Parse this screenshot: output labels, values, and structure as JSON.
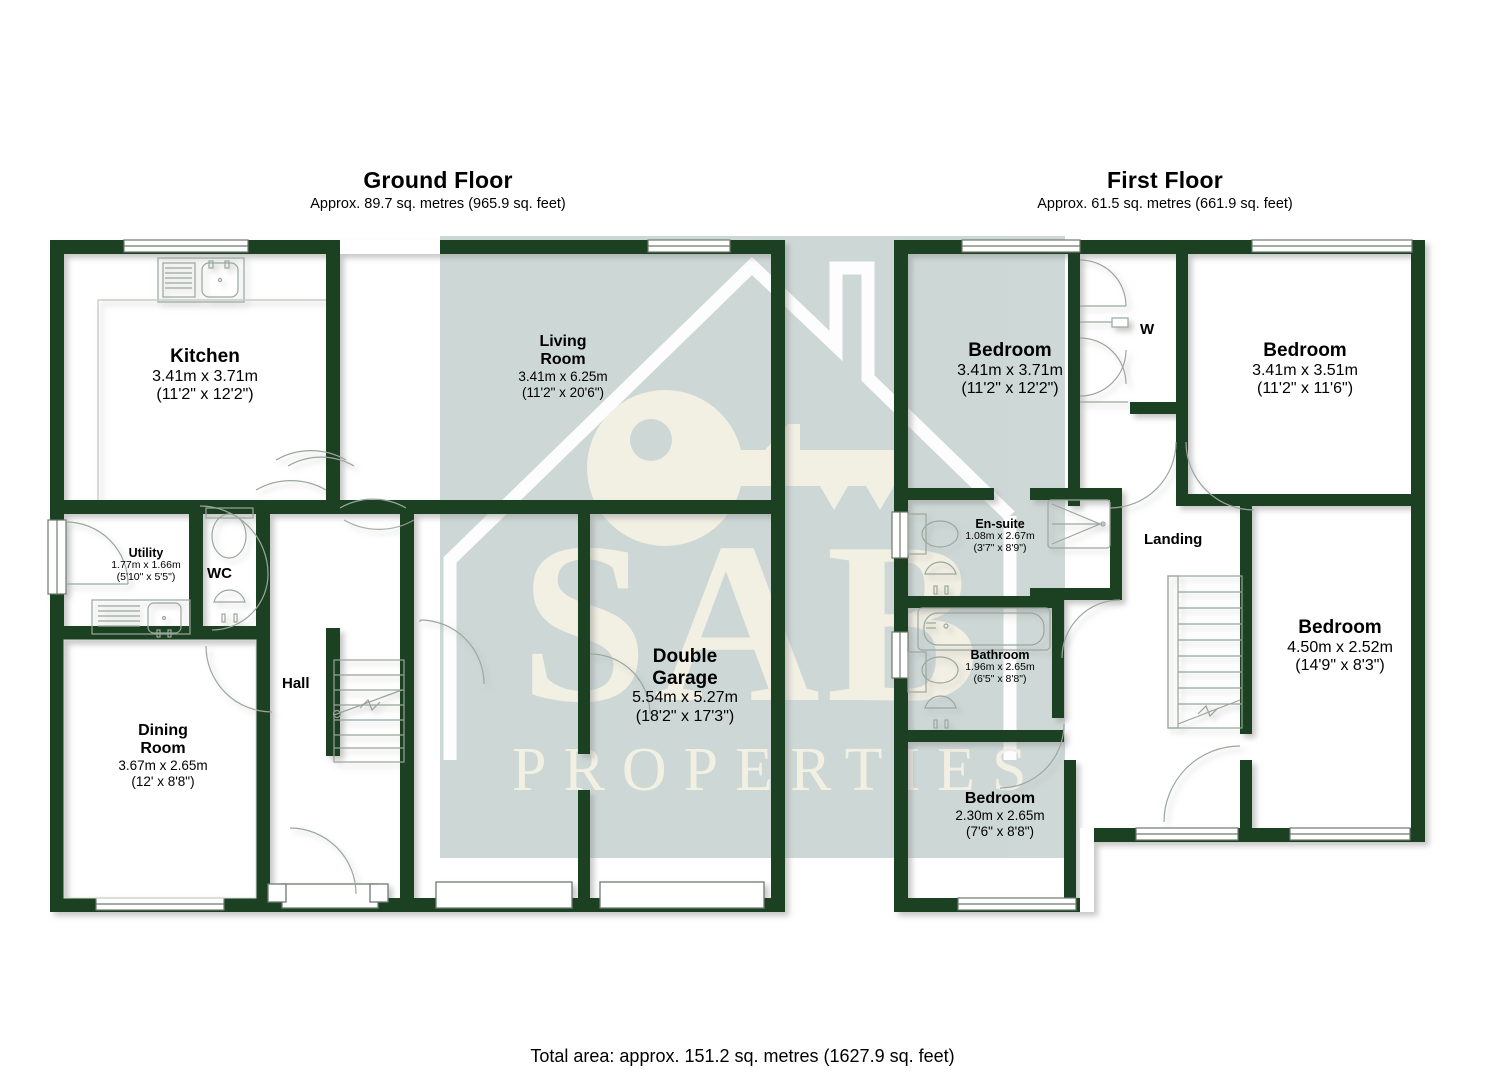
{
  "document": {
    "type": "floor-plan",
    "total_area": "Total area: approx. 151.2 sq. metres (1627.9 sq. feet)"
  },
  "colors": {
    "wall": "#1c4020",
    "wall_dark": "#163318",
    "fixture_line": "#8f9a90",
    "shade": "#cdd8d6",
    "watermark": "#f2efe2",
    "text": "#000000",
    "background": "#ffffff"
  },
  "watermark": {
    "brand": "SAB",
    "tagline": "PROPERTIES",
    "icons": [
      "house-outline-icon",
      "key-icon"
    ]
  },
  "floors": [
    {
      "id": "ground",
      "name": "Ground Floor",
      "area": "Approx. 89.7 sq. metres (965.9 sq. feet)",
      "rooms": [
        {
          "id": "kitchen",
          "name": "Kitchen",
          "dim_m": "3.41m x 3.71m",
          "dim_ft": "(11'2\" x 12'2\")"
        },
        {
          "id": "living-room",
          "name": "Living\nRoom",
          "dim_m": "3.41m x 6.25m",
          "dim_ft": "(11'2\" x 20'6\")"
        },
        {
          "id": "utility",
          "name": "Utility",
          "dim_m": "1.77m x 1.66m",
          "dim_ft": "(5'10\" x 5'5\")"
        },
        {
          "id": "wc",
          "name": "WC",
          "dim_m": "",
          "dim_ft": ""
        },
        {
          "id": "hall",
          "name": "Hall",
          "dim_m": "",
          "dim_ft": ""
        },
        {
          "id": "dining-room",
          "name": "Dining\nRoom",
          "dim_m": "3.67m x 2.65m",
          "dim_ft": "(12' x 8'8\")"
        },
        {
          "id": "double-garage",
          "name": "Double\nGarage",
          "dim_m": "5.54m x 5.27m",
          "dim_ft": "(18'2\" x 17'3\")"
        }
      ]
    },
    {
      "id": "first",
      "name": "First Floor",
      "area": "Approx. 61.5 sq. metres (661.9 sq. feet)",
      "rooms": [
        {
          "id": "bedroom-1",
          "name": "Bedroom",
          "dim_m": "3.41m x 3.71m",
          "dim_ft": "(11'2\" x 12'2\")"
        },
        {
          "id": "bedroom-2",
          "name": "Bedroom",
          "dim_m": "3.41m x 3.51m",
          "dim_ft": "(11'2\" x 11'6\")"
        },
        {
          "id": "bedroom-3",
          "name": "Bedroom",
          "dim_m": "4.50m x 2.52m",
          "dim_ft": "(14'9\" x 8'3\")"
        },
        {
          "id": "bedroom-4",
          "name": "Bedroom",
          "dim_m": "2.30m x 2.65m",
          "dim_ft": "(7'6\" x 8'8\")"
        },
        {
          "id": "en-suite",
          "name": "En-suite",
          "dim_m": "1.08m x 2.67m",
          "dim_ft": "(3'7\" x 8'9\")"
        },
        {
          "id": "bathroom",
          "name": "Bathroom",
          "dim_m": "1.96m x 2.65m",
          "dim_ft": "(6'5\" x 8'8\")"
        },
        {
          "id": "landing",
          "name": "Landing",
          "dim_m": "",
          "dim_ft": ""
        },
        {
          "id": "wardrobe",
          "name": "W",
          "dim_m": "",
          "dim_ft": ""
        }
      ]
    }
  ]
}
